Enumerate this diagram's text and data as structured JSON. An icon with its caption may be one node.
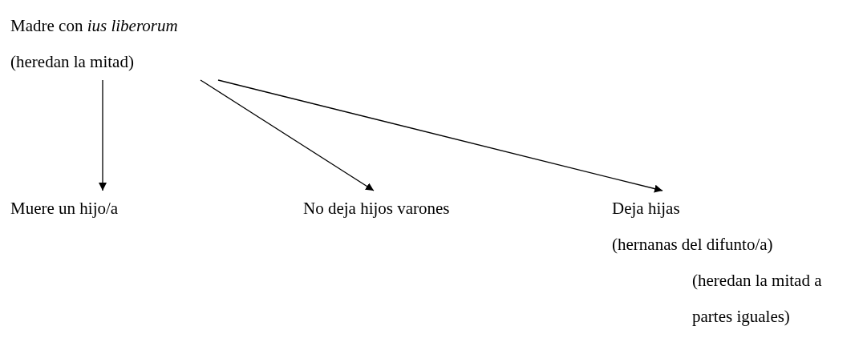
{
  "diagram": {
    "nodes": [
      {
        "text": [
          "Madre con *ius liberorum*",
          "(heredan la mitad)"
        ]
      },
      {
        "text": [
          "Muere un hijo/a"
        ]
      },
      {
        "text": [
          "No deja hijos varones"
        ]
      },
      {
        "text": [
          "Deja hijas",
          "(hernanas del difunto/a)",
          "(heredan la mitad a partes iguales)"
        ]
      }
    ],
    "edges": [
      {
        "from": 0,
        "to": 1,
        "arrow": "to"
      },
      {
        "from": 0,
        "to": 2,
        "arrow": "to"
      },
      {
        "from": 0,
        "to": 3,
        "arrow": "to"
      }
    ]
  }
}
